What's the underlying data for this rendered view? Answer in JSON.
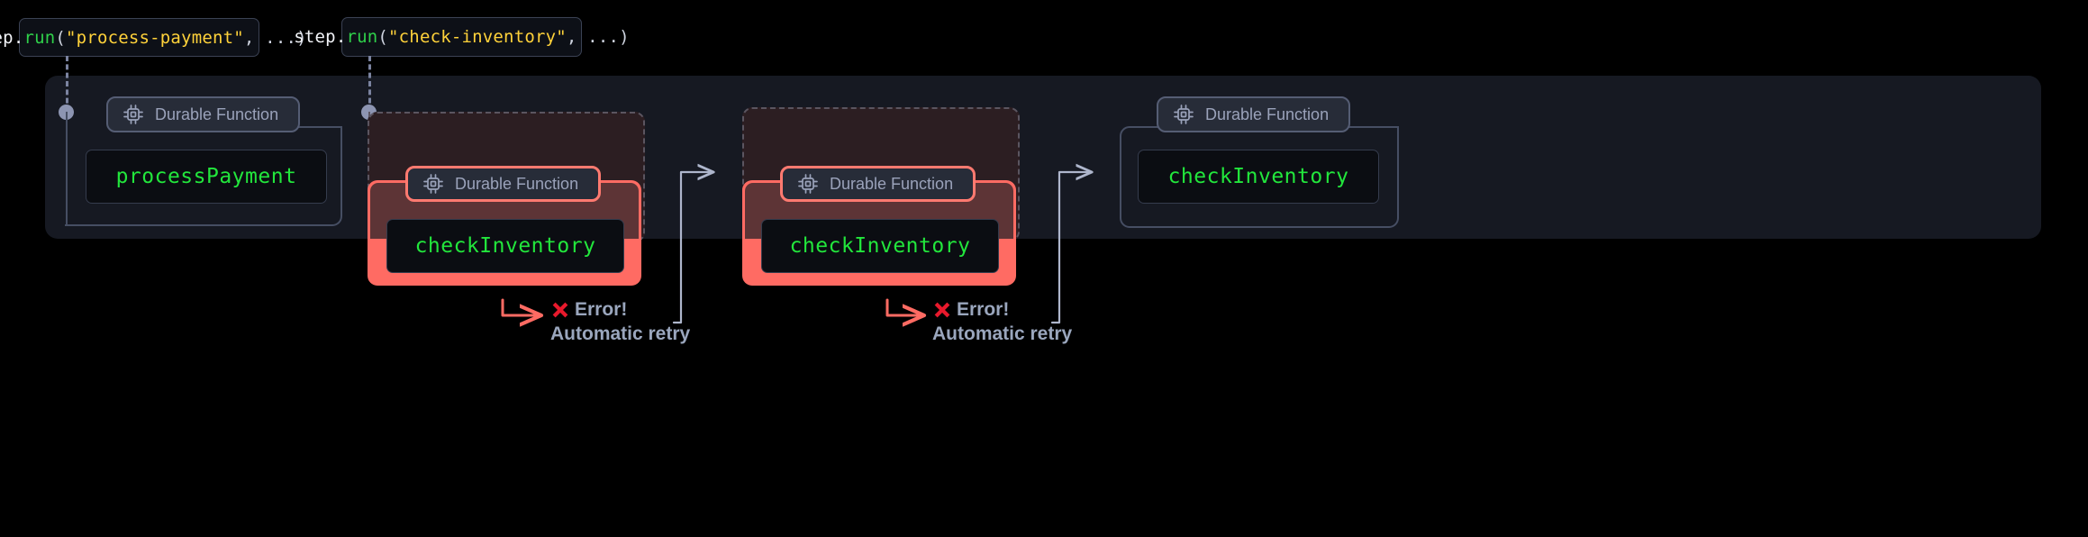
{
  "callouts": [
    {
      "prefix": "step.",
      "fn": "run",
      "open": "(",
      "arg": "\"process-payment\"",
      "rest": ", ...)"
    },
    {
      "prefix": "step.",
      "fn": "run",
      "open": "(",
      "arg": "\"check-inventory\"",
      "rest": ", ...)"
    }
  ],
  "blocks": [
    {
      "pill_label": "Durable Function",
      "code": "processPayment",
      "state": "ok",
      "icon": "cpu-icon"
    },
    {
      "pill_label": "Durable Function",
      "code": "checkInventory",
      "state": "error",
      "icon": "cpu-icon"
    },
    {
      "pill_label": "Durable Function",
      "code": "checkInventory",
      "state": "error",
      "icon": "cpu-icon"
    },
    {
      "pill_label": "Durable Function",
      "code": "checkInventory",
      "state": "ok",
      "icon": "cpu-icon"
    }
  ],
  "annotations": [
    {
      "error_label": "Error!",
      "retry_label": "Automatic retry",
      "icon": "x-mark-icon"
    },
    {
      "error_label": "Error!",
      "retry_label": "Automatic retry",
      "icon": "x-mark-icon"
    }
  ],
  "colors": {
    "page_background": "#000000",
    "panel_background": "#161922",
    "code_green": "#22e63c",
    "string_yellow": "#ffd23a",
    "fn_green": "#2fd04a",
    "error_red": "#ff6b63",
    "error_x_red": "#e8192c",
    "dashed_tint": "#2c1e22",
    "label_gray": "#9aa2ba",
    "border_gray": "#464e63",
    "connector_gray": "#8d95b2"
  }
}
